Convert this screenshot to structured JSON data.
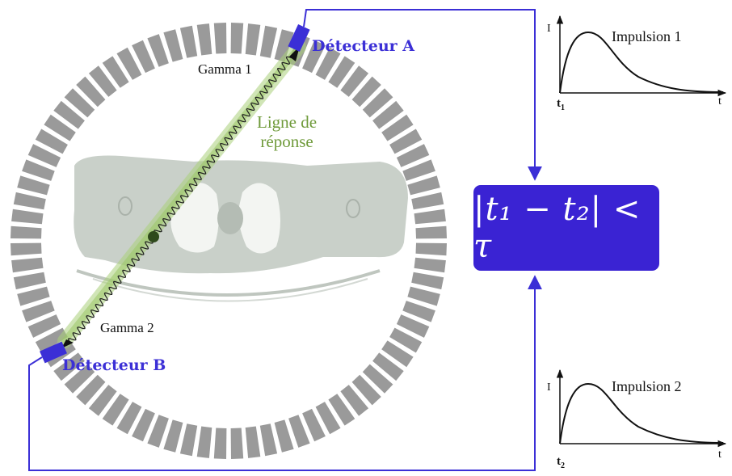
{
  "labels": {
    "gamma1": "Gamma 1",
    "gamma2": "Gamma 2",
    "detector_a": "Détecteur A",
    "detector_b": "Détecteur B",
    "line_of_response": [
      "Ligne de",
      "réponse"
    ]
  },
  "pulses": [
    {
      "title": "Impulsion 1",
      "y_axis": "I",
      "x_axis": "t",
      "time_mark": "t",
      "time_sub": "1"
    },
    {
      "title": "Impulsion 2",
      "y_axis": "I",
      "x_axis": "t",
      "time_mark": "t",
      "time_sub": "2"
    }
  ],
  "coincidence_condition": "|t₁ − t₂| < τ",
  "colors": {
    "detector_blue": "#3b2fd6",
    "box_blue": "#3a23d3",
    "ring_gray": "#9a9a9a",
    "response_line_green": "#8fc052",
    "annihilation_point": "#2f4a1c"
  }
}
